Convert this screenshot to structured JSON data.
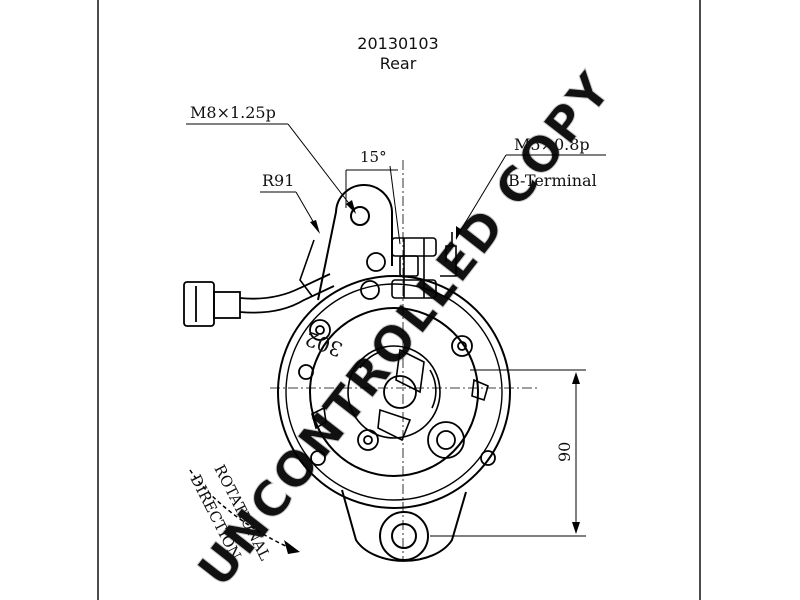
{
  "header": {
    "part_number": "20130103",
    "view": "Rear"
  },
  "dimensions": {
    "thread_top": "M8×1.25p",
    "angle": "15°",
    "radius": "R91",
    "terminal_thread": "M5×0.8p",
    "terminal_name": "B-Terminal",
    "height": "90"
  },
  "housing_marking": "302",
  "rotation_label": {
    "line1": "ROTATIONAL",
    "line2": "DIRECTION"
  },
  "watermark": "UNCONTROLLED COPY"
}
